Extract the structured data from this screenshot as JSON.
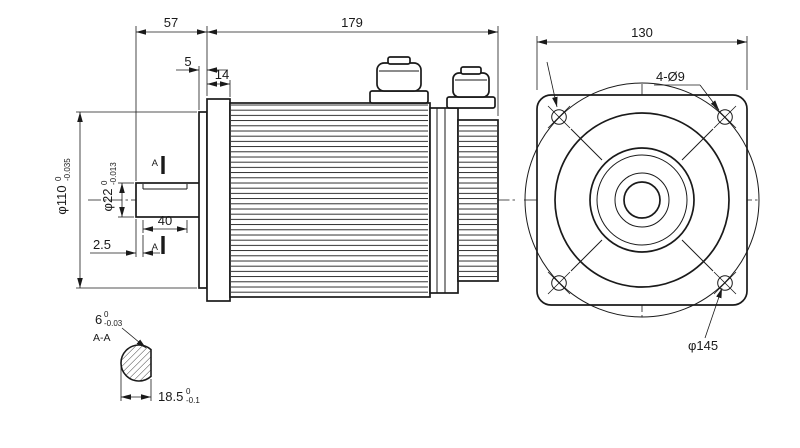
{
  "canvas": {
    "background": "#ffffff",
    "line_color": "#1a1a1a"
  },
  "drawing": {
    "side_view": {
      "dim_57": "57",
      "dim_179": "179",
      "dim_5": "5",
      "dim_14": "14",
      "dim_40": "40",
      "dim_2_5": "2.5",
      "phi110": {
        "value": "φ110",
        "tol_upper": "0",
        "tol_lower": "-0.035"
      },
      "phi22": {
        "value": "φ22",
        "tol_upper": "0",
        "tol_lower": "-0.013"
      },
      "section_marker": "A"
    },
    "section_view": {
      "label": "A-A",
      "dim_6": {
        "value": "6",
        "tol_upper": "0",
        "tol_lower": "-0.03"
      },
      "dim_18_5": {
        "value": "18.5",
        "tol_upper": "0",
        "tol_lower": "-0.1"
      }
    },
    "front_view": {
      "dim_130": "130",
      "holes_note": "4-Ø9",
      "bolt_circle": "φ145"
    }
  }
}
